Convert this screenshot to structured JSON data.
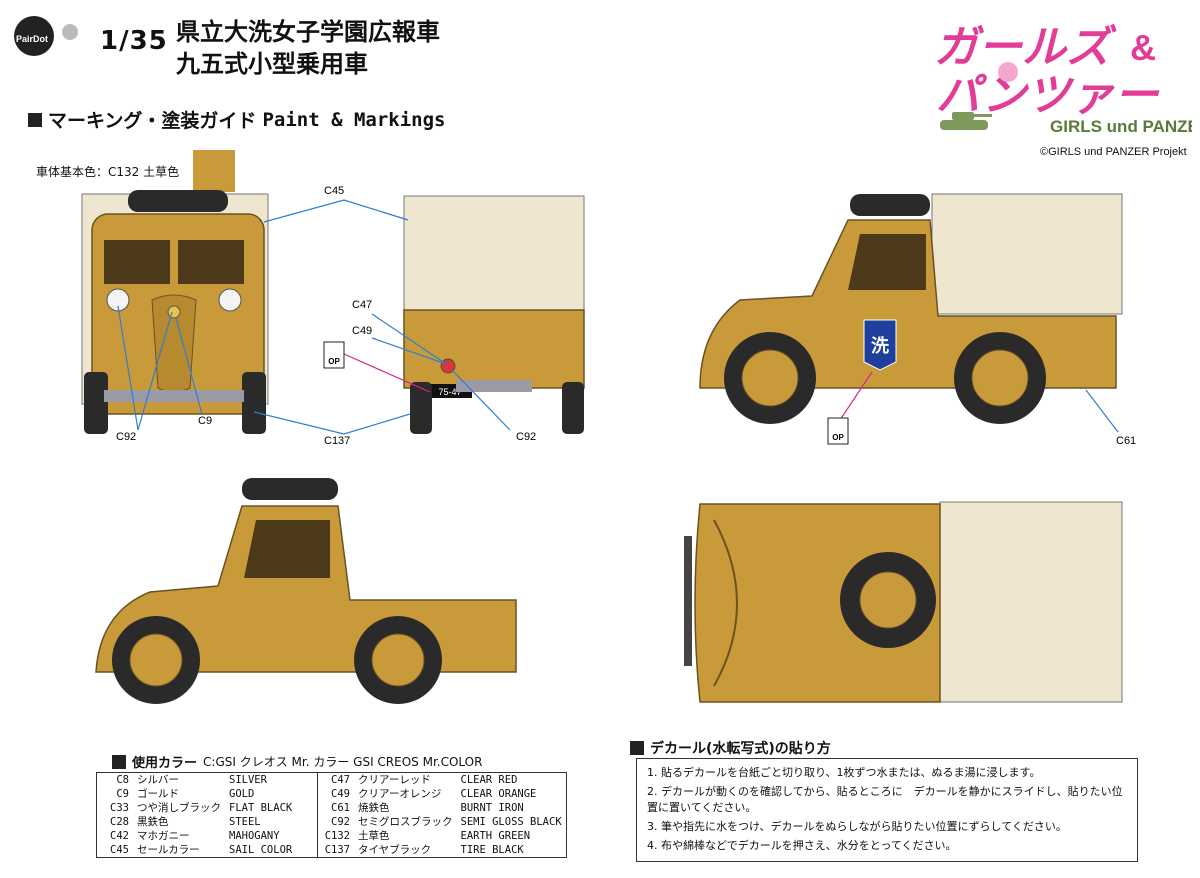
{
  "header": {
    "brand": "PairDot",
    "scale": "1/35",
    "title_line1": "県立大洗女子学園広報車",
    "title_line2": "九五式小型乗用車",
    "logo_jp_line1": "ガールズ",
    "logo_amp": "&",
    "logo_jp_line2": "パンツァー",
    "logo_en": "GIRLS und PANZER",
    "copyright": "©GIRLS und PANZER Projekt"
  },
  "section_title": {
    "jp": "マーキング・塗装ガイド",
    "en": "Paint & Markings"
  },
  "base_color": {
    "label": "車体基本色：C132 土草色",
    "hex": "#c99a3a"
  },
  "colors": {
    "body": "#c99a3a",
    "canvas": "#eee6cf",
    "tire": "#2a2a2a",
    "leader": "#2e7fd0",
    "leader_pink": "#d8258a"
  },
  "callouts": {
    "c45": "C45",
    "c47": "C47",
    "c49": "C49",
    "c92_left": "C92",
    "c9": "C9",
    "c137": "C137",
    "c92_right": "C92",
    "c61": "C61",
    "op1": "OP",
    "op2": "OP",
    "plate": "75-47",
    "emblem": "洗"
  },
  "paint_section": {
    "title": "使用カラー",
    "subtitle": "C:GSI クレオス Mr. カラー GSI CREOS Mr.COLOR",
    "rows_left": [
      {
        "code": "C8",
        "jp": "シルバー",
        "en": "SILVER"
      },
      {
        "code": "C9",
        "jp": "ゴールド",
        "en": "GOLD"
      },
      {
        "code": "C33",
        "jp": "つや消しブラック",
        "en": "FLAT BLACK"
      },
      {
        "code": "C28",
        "jp": "黒鉄色",
        "en": "STEEL"
      },
      {
        "code": "C42",
        "jp": "マホガニー",
        "en": "MAHOGANY"
      },
      {
        "code": "C45",
        "jp": "セールカラー",
        "en": "SAIL COLOR"
      }
    ],
    "rows_right": [
      {
        "code": "C47",
        "jp": "クリアーレッド",
        "en": "CLEAR RED"
      },
      {
        "code": "C49",
        "jp": "クリアーオレンジ",
        "en": "CLEAR ORANGE"
      },
      {
        "code": "C61",
        "jp": "焼鉄色",
        "en": "BURNT IRON"
      },
      {
        "code": "C92",
        "jp": "セミグロスブラック",
        "en": "SEMI GLOSS BLACK"
      },
      {
        "code": "C132",
        "jp": "土草色",
        "en": "EARTH GREEN"
      },
      {
        "code": "C137",
        "jp": "タイヤブラック",
        "en": "TIRE BLACK"
      }
    ]
  },
  "decal_section": {
    "title": "デカール(水転写式)の貼り方",
    "steps": [
      "1. 貼るデカールを台紙ごと切り取り、1枚ずつ水または、ぬるま湯に浸します。",
      "2. デカールが動くのを確認してから、貼るところに　デカールを静かにスライドし、貼りたい位置に置いてください。",
      "3. 筆や指先に水をつけ、デカールをぬらしながら貼りたい位置にずらしてください。",
      "4. 布や綿棒などでデカールを押さえ、水分をとってください。"
    ]
  }
}
